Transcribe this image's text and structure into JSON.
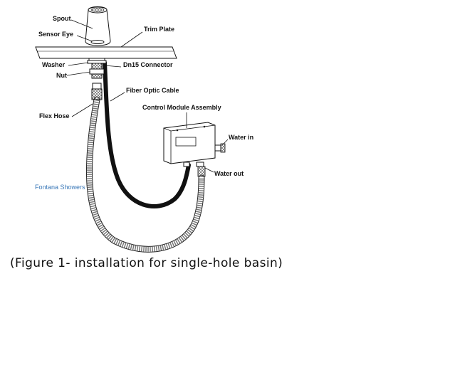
{
  "labels": {
    "spout": "Spout",
    "sensor_eye": "Sensor Eye",
    "trim_plate": "Trim Plate",
    "washer": "Washer",
    "nut": "Nut",
    "dn15_connector": "Dn15 Connector",
    "fiber_optic_cable": "Fiber Optic Cable",
    "flex_hose": "Flex Hose",
    "control_module_assembly": "Control Module Assembly",
    "water_in": "Water in",
    "water_out": "Water out"
  },
  "watermark": "Fontana Showers",
  "caption": "(Figure 1- installation for single-hole basin)"
}
